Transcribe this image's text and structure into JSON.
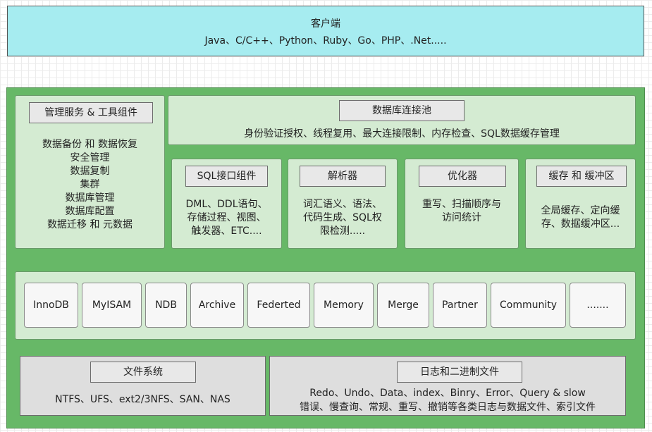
{
  "client": {
    "title": "客户端",
    "languages": "Java、C/C++、Python、Ruby、Go、PHP、.Net....."
  },
  "management": {
    "title": "管理服务 & 工具组件",
    "items": [
      "数据备份 和 数据恢复",
      "安全管理",
      "数据复制",
      "集群",
      "数据库管理",
      "数据库配置",
      "数据迁移 和 元数据"
    ]
  },
  "connection_pool": {
    "title": "数据库连接池",
    "desc": "身份验证授权、线程复用、最大连接限制、内存检查、SQL数据缓存管理"
  },
  "components": [
    {
      "title": "SQL接口组件",
      "lines": [
        "DML、DDL语句、",
        "存储过程、视图、",
        "触发器、ETC...."
      ]
    },
    {
      "title": "解析器",
      "lines": [
        "词汇语义、语法、",
        "代码生成、SQL权",
        "限检测....."
      ]
    },
    {
      "title": "优化器",
      "lines": [
        "重写、扫描顺序与",
        "访问统计"
      ]
    },
    {
      "title": "缓存 和 缓冲区",
      "lines": [
        "全局缓存、定向缓",
        "存、数据缓冲区..."
      ]
    }
  ],
  "engines": [
    "InnoDB",
    "MyISAM",
    "NDB",
    "Archive",
    "Federted",
    "Memory",
    "Merge",
    "Partner",
    "Community",
    "......."
  ],
  "file_system": {
    "title": "文件系统",
    "desc": "NTFS、UFS、ext2/3NFS、SAN、NAS"
  },
  "log_files": {
    "title": "日志和二进制文件",
    "line1": "Redo、Undo、Data、index、Binry、Error、Query & slow",
    "line2": "错误、慢查询、常规、重写、撤销等各类日志与数据文件、索引文件"
  },
  "colors": {
    "client_bg": "#a6ecf0",
    "outer_bg": "#67b867",
    "panel_bg": "#d4ebd2",
    "gray_panel_bg": "#dedede",
    "engine_bg": "#f7f7f7"
  }
}
